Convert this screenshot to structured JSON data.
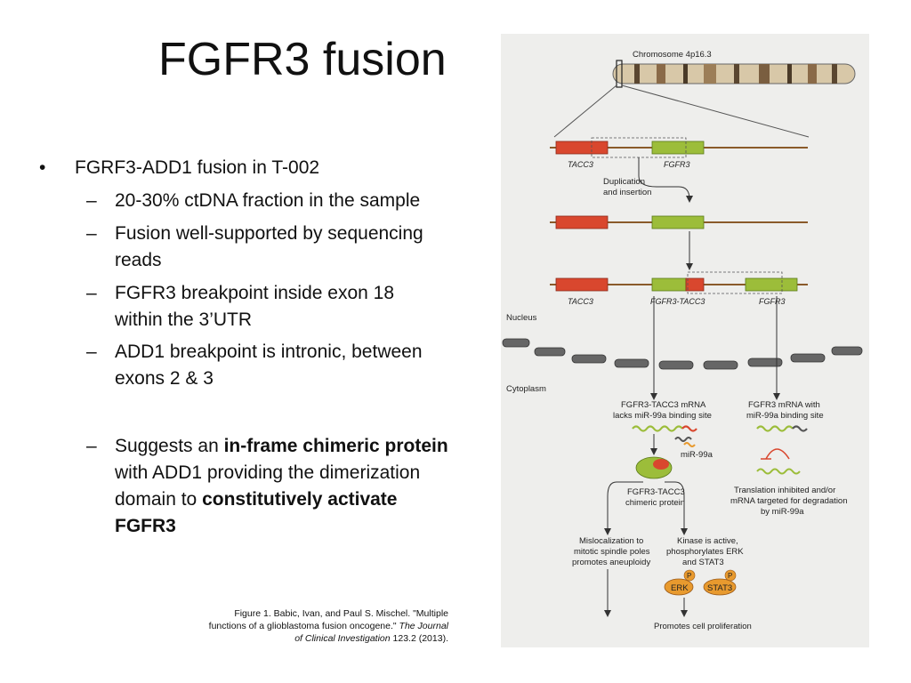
{
  "slide": {
    "title": "FGFR3 fusion",
    "bullet_main": "FGRF3-ADD1 fusion in T-002",
    "sub_bullets": [
      "20-30% ctDNA fraction in the sample",
      [
        "Fusion well-supported by sequencing",
        "reads"
      ],
      [
        "FGFR3 breakpoint inside exon 18",
        "within the 3’UTR"
      ],
      [
        "ADD1 breakpoint is intronic, between",
        "exons 2 & 3"
      ]
    ],
    "last_bullet": {
      "pre": "Suggests an ",
      "bold1": "in-frame chimeric protein",
      "mid1": "with ADD1 providing the dimerization",
      "mid2": "domain to ",
      "bold2": "constitutively activate",
      "bold3": "FGFR3"
    },
    "citation": {
      "line1": "Figure 1. Babic, Ivan, and Paul S. Mischel. \"Multiple",
      "line2a": "functions of a glioblastoma fusion oncogene.\" ",
      "line2b": "The Journal",
      "line3a": "of Clinical Investigation",
      "line3b": " 123.2 (2013)."
    }
  },
  "figure": {
    "chromosome": "Chromosome 4p16.3",
    "gene_tacc3": "TACC3",
    "gene_fgfr3": "FGFR3",
    "dup_line1": "Duplication",
    "dup_line2": "and insertion",
    "fusion_gene": "FGFR3-TACC3",
    "nucleus": "Nucleus",
    "cytoplasm": "Cytoplasm",
    "mrna_left_1": "FGFR3-TACC3 mRNA",
    "mrna_left_2": "lacks miR-99a binding site",
    "mrna_right_1": "FGFR3 mRNA with",
    "mrna_right_2": "miR-99a binding site",
    "mir": "miR-99a",
    "protein_1": "FGFR3-TACC3",
    "protein_2": "chimeric protein",
    "inhib_1": "Translation inhibited and/or",
    "inhib_2": "mRNA targeted for degradation",
    "inhib_3": "by miR-99a",
    "mislocal_1": "Mislocalization to",
    "mislocal_2": "mitotic spindle poles",
    "mislocal_3": "promotes aneuploidy",
    "kinase_1": "Kinase is active,",
    "kinase_2": "phosphorylates ERK",
    "kinase_3": "and STAT3",
    "p_label": "P",
    "erk": "ERK",
    "stat3": "STAT3",
    "prolif": "Promotes cell proliferation",
    "colors": {
      "red": "#d9472e",
      "green": "#9cbd3a",
      "orange": "#e89a2e"
    }
  }
}
